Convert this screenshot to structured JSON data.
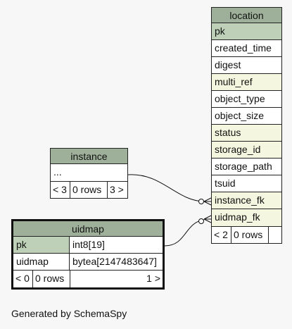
{
  "tables": {
    "location": {
      "title": "location",
      "columns": [
        {
          "name": "pk",
          "kind": "pk"
        },
        {
          "name": "created_time",
          "kind": "plain"
        },
        {
          "name": "digest",
          "kind": "plain"
        },
        {
          "name": "multi_ref",
          "kind": "fk"
        },
        {
          "name": "object_type",
          "kind": "plain"
        },
        {
          "name": "object_size",
          "kind": "plain"
        },
        {
          "name": "status",
          "kind": "fk"
        },
        {
          "name": "storage_id",
          "kind": "fk"
        },
        {
          "name": "storage_path",
          "kind": "plain"
        },
        {
          "name": "tsuid",
          "kind": "plain"
        },
        {
          "name": "instance_fk",
          "kind": "fk"
        },
        {
          "name": "uidmap_fk",
          "kind": "fk"
        }
      ],
      "footer": {
        "parents": "< 2",
        "rows": "0 rows",
        "children": ""
      }
    },
    "instance": {
      "title": "instance",
      "columns": [
        {
          "name": "...",
          "kind": "plain"
        }
      ],
      "footer": {
        "parents": "< 3",
        "rows": "0 rows",
        "children": "3 >"
      }
    },
    "uidmap": {
      "title": "uidmap",
      "columns": [
        {
          "name": "pk",
          "type": "int8[19]",
          "kind": "pk"
        },
        {
          "name": "uidmap",
          "type": "bytea[2147483647]",
          "kind": "plain"
        }
      ],
      "footer": {
        "parents": "< 0",
        "rows": "0 rows",
        "children": "1 >"
      }
    }
  },
  "colors": {
    "header": "#9fb09a",
    "pk": "#bed1b8",
    "fk": "#f5f6df",
    "background": "#f7f7f7"
  },
  "generated_by": "Generated by SchemaSpy"
}
